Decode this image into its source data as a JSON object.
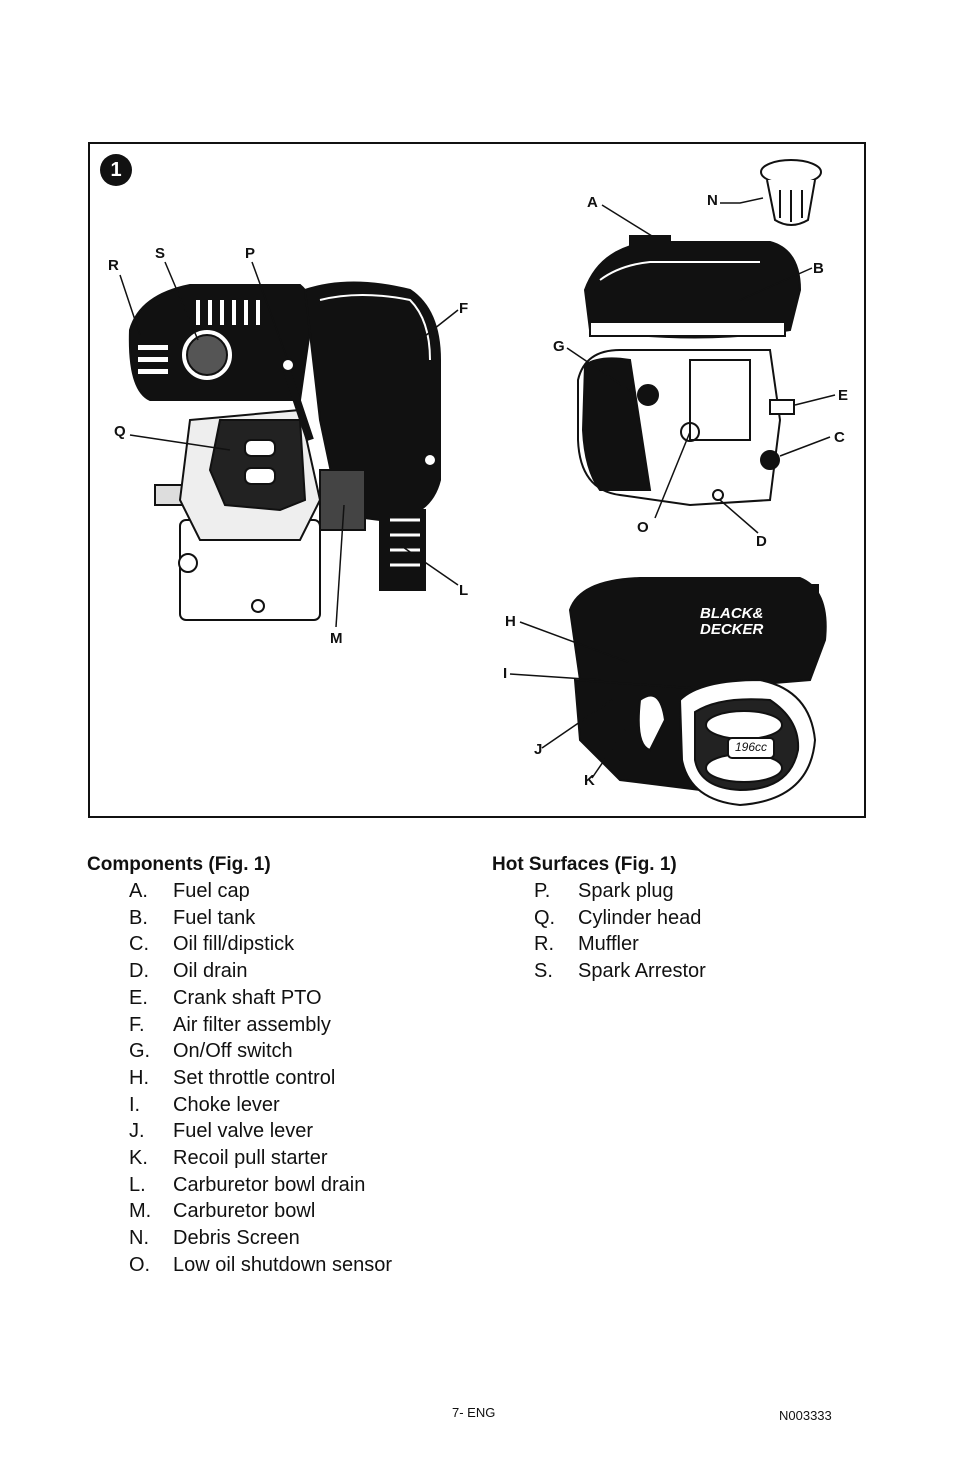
{
  "figure": {
    "number": "1",
    "callouts": {
      "A": "A",
      "B": "B",
      "C": "C",
      "D": "D",
      "E": "E",
      "F": "F",
      "G": "G",
      "H": "H",
      "I": "I",
      "J": "J",
      "K": "K",
      "L": "L",
      "M": "M",
      "N": "N",
      "O": "O",
      "P": "P",
      "Q": "Q",
      "R": "R",
      "S": "S"
    },
    "brand_logo_text": [
      "BLACK&",
      "DECKER"
    ],
    "displacement_badge": "196cc"
  },
  "components": {
    "title": "Components (Fig. 1)",
    "items": [
      {
        "letter": "A.",
        "label": "Fuel cap"
      },
      {
        "letter": "B.",
        "label": "Fuel tank"
      },
      {
        "letter": "C.",
        "label": "Oil fill/dipstick"
      },
      {
        "letter": "D.",
        "label": "Oil drain"
      },
      {
        "letter": "E.",
        "label": "Crank shaft PTO"
      },
      {
        "letter": "F.",
        "label": "Air filter assembly"
      },
      {
        "letter": "G.",
        "label": "On/Off switch"
      },
      {
        "letter": "H.",
        "label": "Set throttle control"
      },
      {
        "letter": "I.",
        "label": "Choke lever"
      },
      {
        "letter": "J.",
        "label": "Fuel valve lever"
      },
      {
        "letter": "K.",
        "label": "Recoil pull starter"
      },
      {
        "letter": "L.",
        "label": "Carburetor bowl drain"
      },
      {
        "letter": "M.",
        "label": "Carburetor bowl"
      },
      {
        "letter": "N.",
        "label": "Debris Screen"
      },
      {
        "letter": "O.",
        "label": "Low oil shutdown sensor"
      }
    ]
  },
  "hot_surfaces": {
    "title": "Hot Surfaces (Fig. 1)",
    "items": [
      {
        "letter": "P.",
        "label": "Spark plug"
      },
      {
        "letter": "Q.",
        "label": "Cylinder head"
      },
      {
        "letter": "R.",
        "label": "Muffler"
      },
      {
        "letter": "S.",
        "label": "Spark Arrestor"
      }
    ]
  },
  "footer": {
    "page": "7- ENG",
    "doc_code": "N003333"
  }
}
